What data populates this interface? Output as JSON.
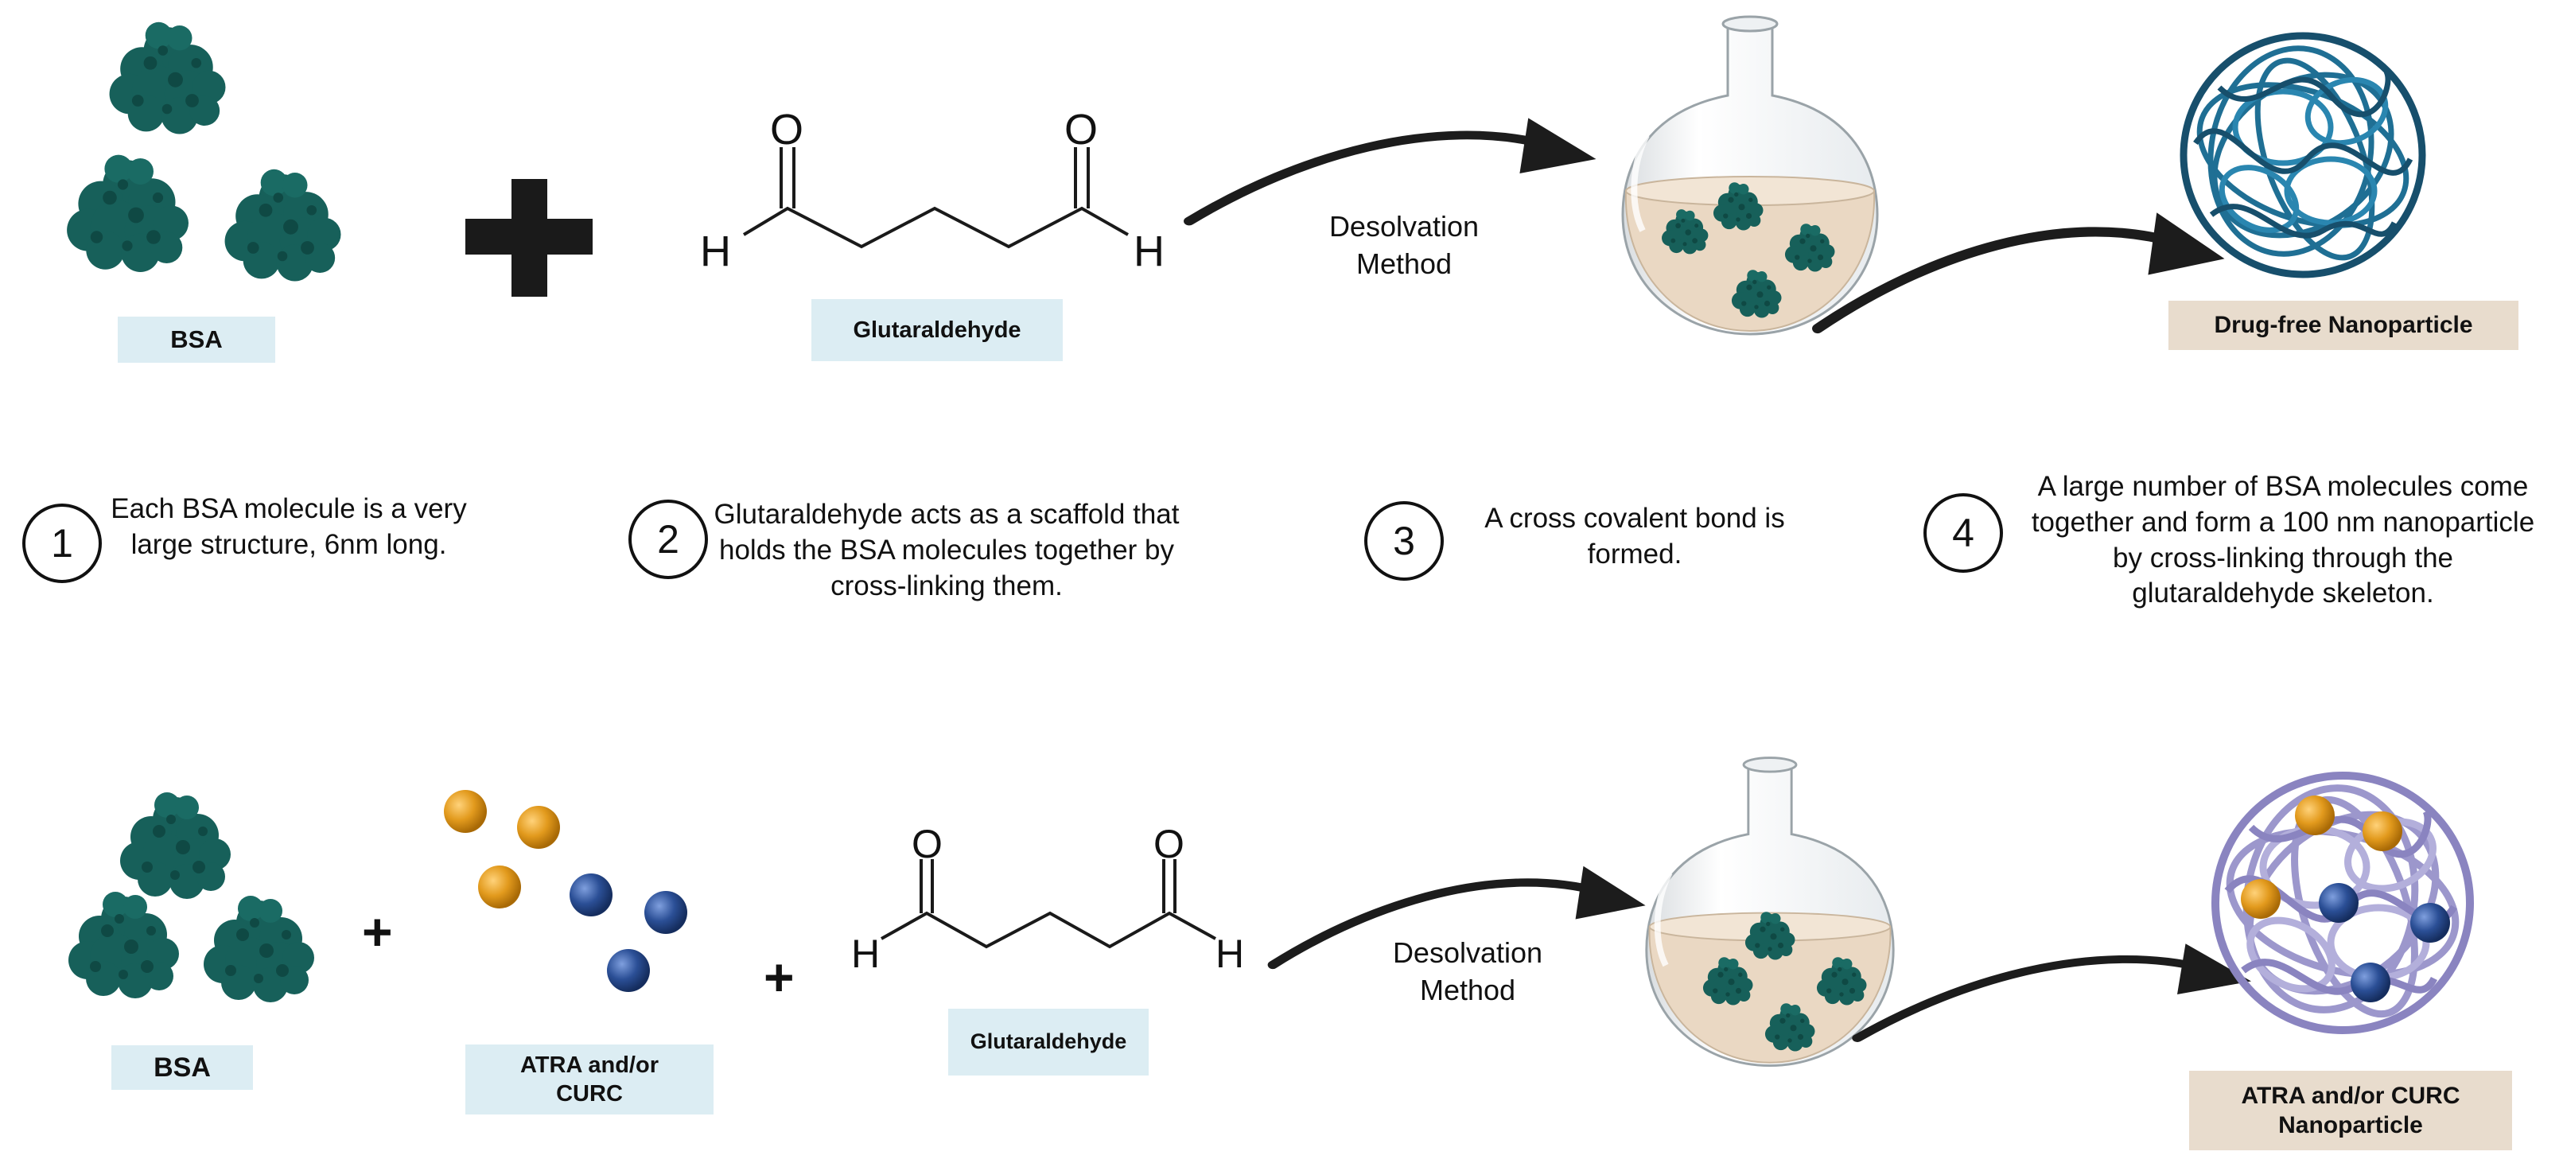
{
  "top_row": {
    "bsa_label": "BSA",
    "glut_label": "Glutaraldehyde",
    "glut_atoms": {
      "o_left": "O",
      "o_right": "O",
      "h_left": "H",
      "h_right": "H"
    },
    "method_line1": "Desolvation",
    "method_line2": "Method",
    "product_label": "Drug-free Nanoparticle"
  },
  "steps": [
    {
      "number": "1",
      "text": "Each BSA molecule is a very large structure, 6nm long."
    },
    {
      "number": "2",
      "text": "Glutaraldehyde acts as a scaffold that holds the BSA molecules together by cross-linking them."
    },
    {
      "number": "3",
      "text": "A cross covalent bond is formed."
    },
    {
      "number": "4",
      "text": "A large number of BSA molecules come together and form a 100 nm nanoparticle by cross-linking through the glutaraldehyde skeleton."
    }
  ],
  "bottom_row": {
    "bsa_label": "BSA",
    "plus_1": "+",
    "drug_label_line1": "ATRA and/or",
    "drug_label_line2": "CURC",
    "plus_2": "+",
    "glut_label": "Glutaraldehyde",
    "glut_atoms": {
      "o_left": "O",
      "o_right": "O",
      "h_left": "H",
      "h_right": "H"
    },
    "method_line1": "Desolvation",
    "method_line2": "Method",
    "product_label_line1": "ATRA and/or CURC",
    "product_label_line2": "Nanoparticle"
  },
  "colors": {
    "protein": "#17605a",
    "protein_dark": "#0f4944",
    "flask_liquid": "#ead8c3",
    "nanoparticle_blue": "#1f6f94",
    "nanoparticle_purple": "#9c97cc",
    "drug_orange": "#e29a1d",
    "drug_blue": "#2b4f96",
    "label_blue_bg": "#dcedf3",
    "label_tan_bg": "#e8dccd"
  },
  "icons": [
    "bsa-protein-icon",
    "plus-icon",
    "glutaraldehyde-structure",
    "curved-arrow-icon",
    "round-flask-icon",
    "nanoparticle-icon",
    "drug-sphere-icon"
  ]
}
